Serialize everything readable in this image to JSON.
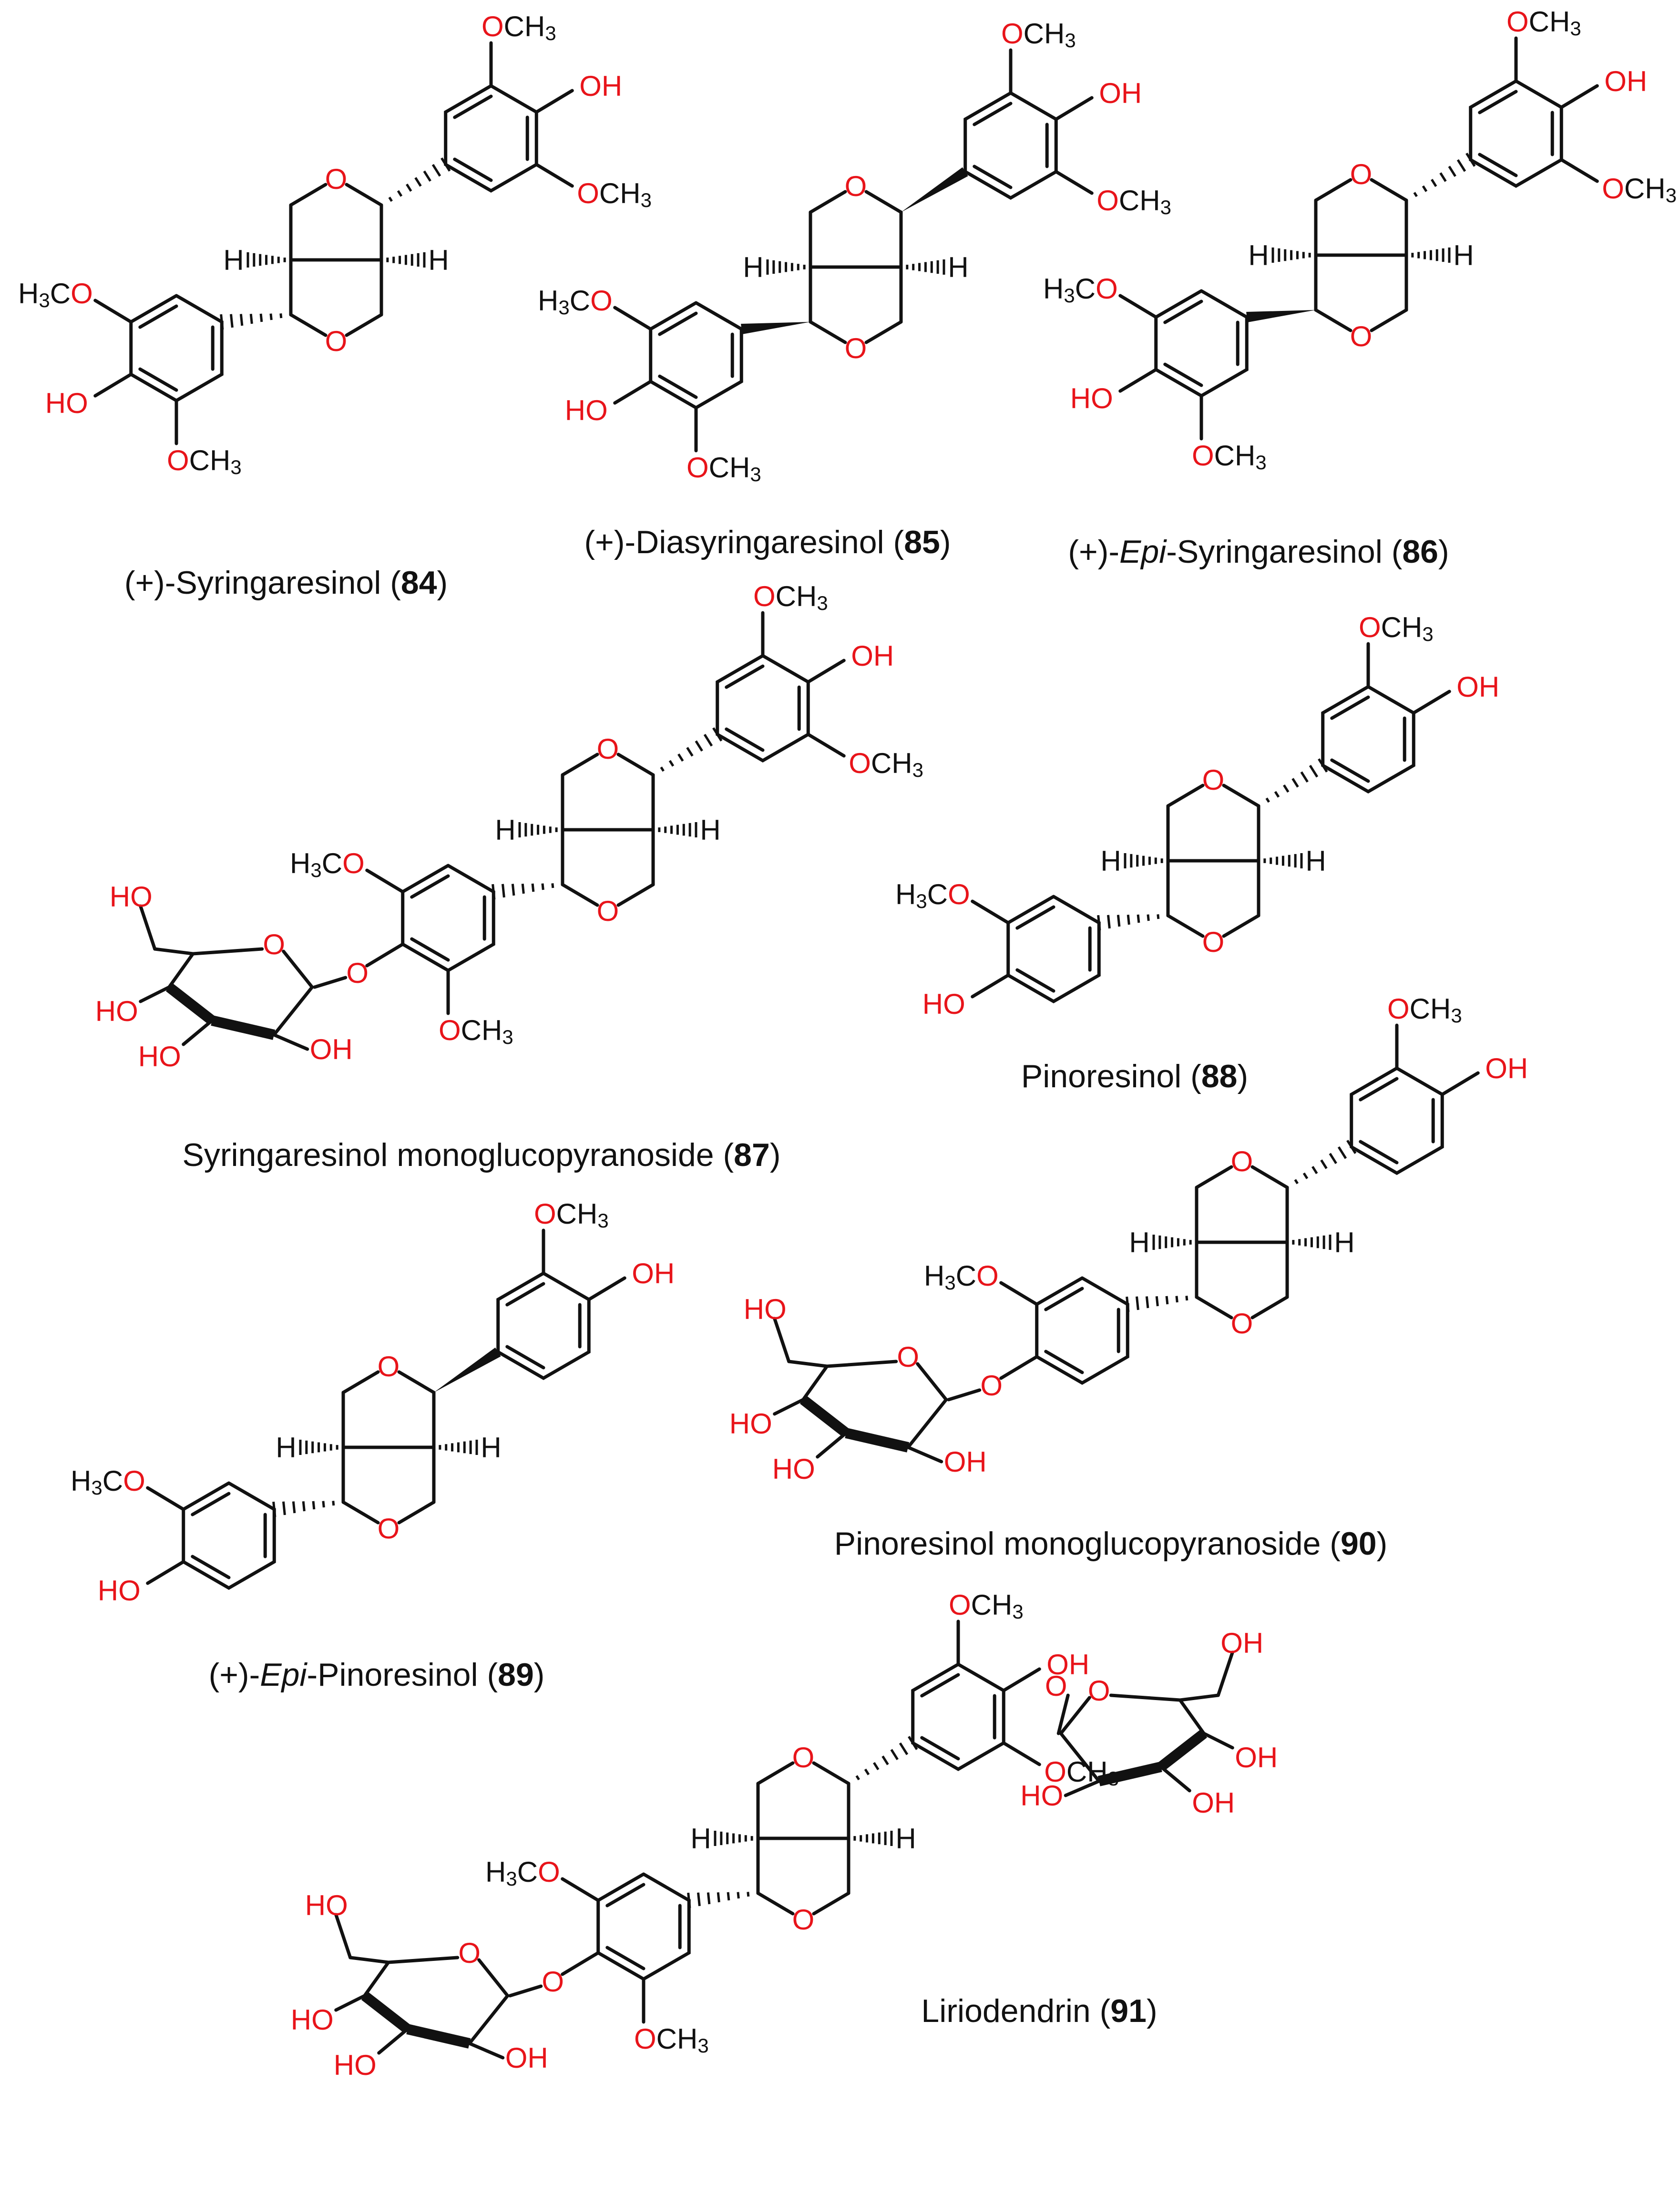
{
  "colors": {
    "heteroatom": "#e8141a",
    "bond": "#111111",
    "background": "#ffffff"
  },
  "atom_labels": {
    "OCH3": "OCH",
    "H3CO_h": "H",
    "H3CO_3": "3",
    "H3CO_co": "CO",
    "OH": "OH",
    "HO": "HO",
    "O": "O",
    "H": "H",
    "sub3": "3"
  },
  "compounds": [
    {
      "id": "c84",
      "name_pre": "(+)-Syringaresinol (",
      "name_italic": "",
      "name_post": "",
      "number": "84",
      "close": ")"
    },
    {
      "id": "c85",
      "name_pre": "(+)-Diasyringaresinol (",
      "name_italic": "",
      "name_post": "",
      "number": "85",
      "close": ")"
    },
    {
      "id": "c86",
      "name_pre": "(+)-",
      "name_italic": "Epi",
      "name_post": "-Syringaresinol (",
      "number": "86",
      "close": ")"
    },
    {
      "id": "c87",
      "name_pre": "Syringaresinol monoglucopyranoside (",
      "name_italic": "",
      "name_post": "",
      "number": "87",
      "close": ")"
    },
    {
      "id": "c88",
      "name_pre": "Pinoresinol (",
      "name_italic": "",
      "name_post": "",
      "number": "88",
      "close": ")"
    },
    {
      "id": "c89",
      "name_pre": "(+)-",
      "name_italic": "Epi",
      "name_post": "-Pinoresinol (",
      "number": "89",
      "close": ")"
    },
    {
      "id": "c90",
      "name_pre": "Pinoresinol monoglucopyranoside (",
      "name_italic": "",
      "name_post": "",
      "number": "90",
      "close": ")"
    },
    {
      "id": "c91",
      "name_pre": "Liriodendrin (",
      "name_italic": "",
      "name_post": "",
      "number": "91",
      "close": ")"
    }
  ]
}
